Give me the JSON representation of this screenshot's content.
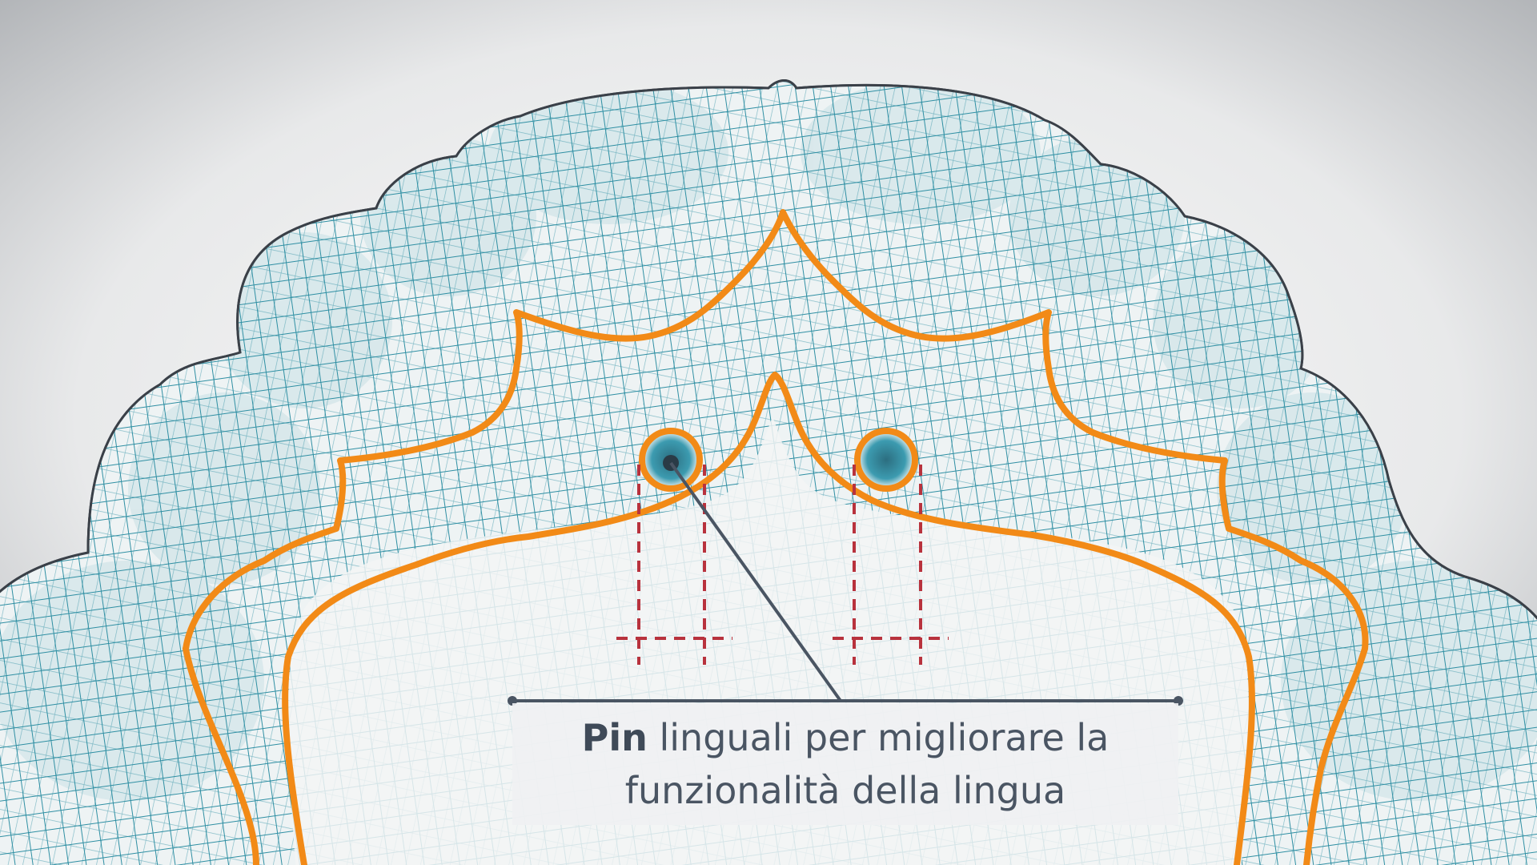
{
  "colors": {
    "background_light": "#f4f4f5",
    "background_dark": "#a3a6aa",
    "mesh": "#2f8fa3",
    "mesh_fill": "#eef2f3",
    "outline": "#3a4048",
    "orange": "#f28a17",
    "red_dashed": "#b8323d",
    "callout_line": "#4a5563",
    "callout_box": "#f0f1f3",
    "text": "#4a5563"
  },
  "diagram": {
    "subject": "denture-base-mesh",
    "pins": [
      "pin-left",
      "pin-right"
    ],
    "markers": [
      "red-dashed-marker-left",
      "red-dashed-marker-right"
    ]
  },
  "callout": {
    "bold": "Pin",
    "line1_rest": " linguali per migliorare la",
    "line2": "funzionalità della lingua"
  }
}
